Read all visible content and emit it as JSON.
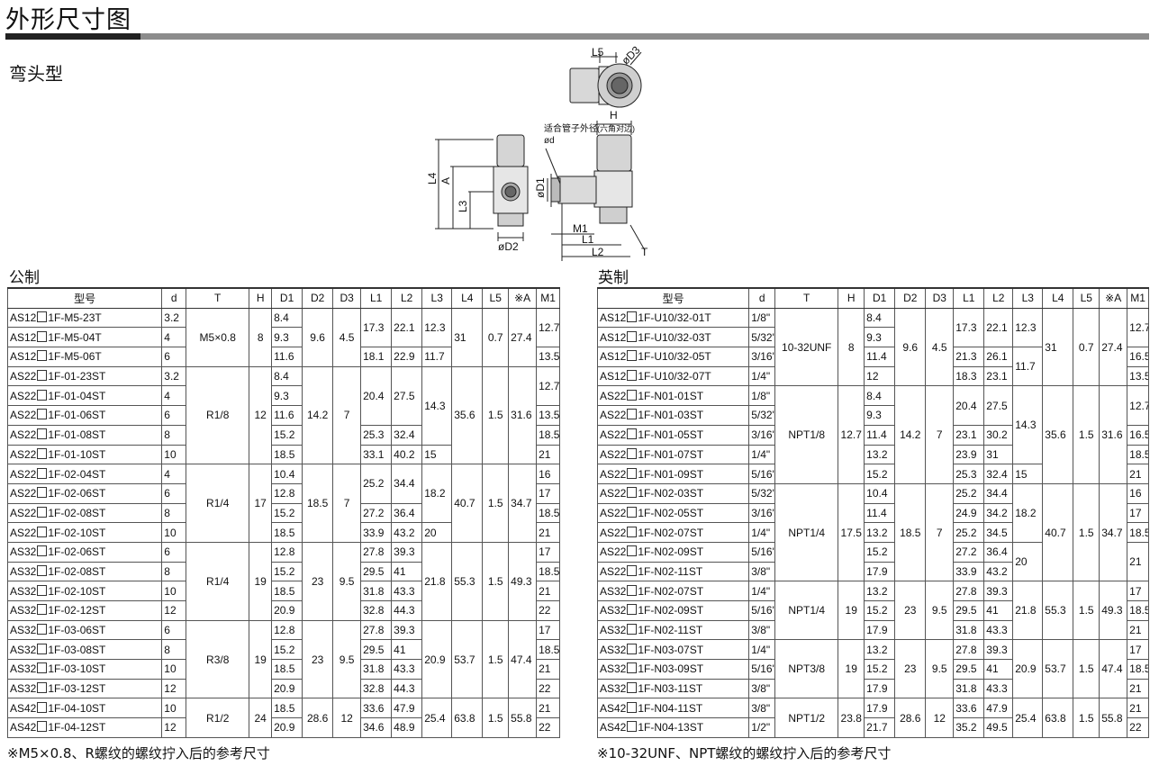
{
  "page": {
    "title": "外形尺寸图",
    "subtitle": "弯头型",
    "metric_label": "公制",
    "inch_label": "英制",
    "metric_note": "※M5×0.8、R螺纹的螺纹拧入后的参考尺寸",
    "inch_note": "※10-32UNF、NPT螺纹的螺纹拧入后的参考尺寸"
  },
  "drawing": {
    "labels": {
      "L5": "L5",
      "oD3": "øD3",
      "H": "H",
      "hex": "(六角对边)",
      "tube": "适合管子外径",
      "od": "ød",
      "L4": "L4",
      "A": "A",
      "L3": "L3",
      "oD1": "øD1",
      "oD2": "øD2",
      "M1": "M1",
      "L1": "L1",
      "L2": "L2",
      "T": "T"
    }
  },
  "headers": [
    "型号",
    "d",
    "T",
    "H",
    "D1",
    "D2",
    "D3",
    "L1",
    "L2",
    "L3",
    "L4",
    "L5",
    "※A",
    "M1"
  ],
  "metric_rows": [
    [
      "AS12|1F-M5-23T",
      "3.2",
      "8.4",
      "17.3",
      "22.1",
      "12.3",
      "12.7"
    ],
    [
      "AS12|1F-M5-04T",
      "4",
      "9.3",
      "",
      "",
      "",
      ""
    ],
    [
      "AS12|1F-M5-06T",
      "6",
      "11.6",
      "18.1",
      "22.9",
      "11.7",
      "13.5"
    ],
    [
      "AS22|1F-01-23ST",
      "3.2",
      "8.4",
      "20.4",
      "27.5",
      "14.3",
      "12.7"
    ],
    [
      "AS22|1F-01-04ST",
      "4",
      "9.3",
      "",
      "",
      "",
      ""
    ],
    [
      "AS22|1F-01-06ST",
      "6",
      "11.6",
      "",
      "",
      "",
      "13.5"
    ],
    [
      "AS22|1F-01-08ST",
      "8",
      "15.2",
      "25.3",
      "32.4",
      "",
      "18.5"
    ],
    [
      "AS22|1F-01-10ST",
      "10",
      "18.5",
      "33.1",
      "40.2",
      "15",
      "21"
    ],
    [
      "AS22|1F-02-04ST",
      "4",
      "10.4",
      "25.2",
      "34.4",
      "18.2",
      "16"
    ],
    [
      "AS22|1F-02-06ST",
      "6",
      "12.8",
      "",
      "",
      "",
      "17"
    ],
    [
      "AS22|1F-02-08ST",
      "8",
      "15.2",
      "27.2",
      "36.4",
      "",
      "18.5"
    ],
    [
      "AS22|1F-02-10ST",
      "10",
      "18.5",
      "33.9",
      "43.2",
      "20",
      "21"
    ],
    [
      "AS32|1F-02-06ST",
      "6",
      "12.8",
      "27.8",
      "39.3",
      "21.8",
      "17"
    ],
    [
      "AS32|1F-02-08ST",
      "8",
      "15.2",
      "29.5",
      "41",
      "",
      "18.5"
    ],
    [
      "AS32|1F-02-10ST",
      "10",
      "18.5",
      "31.8",
      "43.3",
      "",
      "21"
    ],
    [
      "AS32|1F-02-12ST",
      "12",
      "20.9",
      "32.8",
      "44.3",
      "",
      "22"
    ],
    [
      "AS32|1F-03-06ST",
      "6",
      "12.8",
      "27.8",
      "39.3",
      "20.9",
      "17"
    ],
    [
      "AS32|1F-03-08ST",
      "8",
      "15.2",
      "29.5",
      "41",
      "",
      "18.5"
    ],
    [
      "AS32|1F-03-10ST",
      "10",
      "18.5",
      "31.8",
      "43.3",
      "",
      "21"
    ],
    [
      "AS32|1F-03-12ST",
      "12",
      "20.9",
      "32.8",
      "44.3",
      "",
      "22"
    ],
    [
      "AS42|1F-04-10ST",
      "10",
      "18.5",
      "33.6",
      "47.9",
      "25.4",
      "21"
    ],
    [
      "AS42|1F-04-12ST",
      "12",
      "20.9",
      "34.6",
      "48.9",
      "",
      "22"
    ]
  ],
  "metric_groups": [
    {
      "start": 0,
      "span": 3,
      "T": "M5×0.8",
      "H": "8",
      "D2": "9.6",
      "D3": "4.5",
      "L4": "31",
      "L5": "0.7",
      "A": "27.4"
    },
    {
      "start": 3,
      "span": 5,
      "T": "R1/8",
      "H": "12",
      "D2": "14.2",
      "D3": "7",
      "L4": "35.6",
      "L5": "1.5",
      "A": "31.6"
    },
    {
      "start": 8,
      "span": 4,
      "T": "R1/4",
      "H": "17",
      "D2": "18.5",
      "D3": "7",
      "L4": "40.7",
      "L5": "1.5",
      "A": "34.7"
    },
    {
      "start": 12,
      "span": 4,
      "T": "R1/4",
      "H": "19",
      "D2": "23",
      "D3": "9.5",
      "L4": "55.3",
      "L5": "1.5",
      "A": "49.3"
    },
    {
      "start": 16,
      "span": 4,
      "T": "R3/8",
      "H": "19",
      "D2": "23",
      "D3": "9.5",
      "L4": "53.7",
      "L5": "1.5",
      "A": "47.4"
    },
    {
      "start": 20,
      "span": 2,
      "T": "R1/2",
      "H": "24",
      "D2": "28.6",
      "D3": "12",
      "L4": "63.8",
      "L5": "1.5",
      "A": "55.8"
    }
  ],
  "inch_rows": [
    [
      "AS12|1F-U10/32-01T",
      "1/8\"",
      "8.4",
      "17.3",
      "22.1",
      "12.3",
      "12.7"
    ],
    [
      "AS12|1F-U10/32-03T",
      "5/32\"",
      "9.3",
      "",
      "",
      "",
      ""
    ],
    [
      "AS12|1F-U10/32-05T",
      "3/16\"",
      "11.4",
      "21.3",
      "26.1",
      "11.7",
      "16.5"
    ],
    [
      "AS12|1F-U10/32-07T",
      "1/4\"",
      "12",
      "18.3",
      "23.1",
      "",
      "13.5"
    ],
    [
      "AS22|1F-N01-01ST",
      "1/8\"",
      "8.4",
      "20.4",
      "27.5",
      "14.3",
      "12.7"
    ],
    [
      "AS22|1F-N01-03ST",
      "5/32\"",
      "9.3",
      "",
      "",
      "",
      ""
    ],
    [
      "AS22|1F-N01-05ST",
      "3/16\"",
      "11.4",
      "23.1",
      "30.2",
      "",
      "16.5"
    ],
    [
      "AS22|1F-N01-07ST",
      "1/4\"",
      "13.2",
      "23.9",
      "31",
      "",
      "18.5"
    ],
    [
      "AS22|1F-N01-09ST",
      "5/16\"",
      "15.2",
      "25.3",
      "32.4",
      "15",
      "21"
    ],
    [
      "AS22|1F-N02-03ST",
      "5/32\"",
      "10.4",
      "25.2",
      "34.4",
      "18.2",
      "16"
    ],
    [
      "AS22|1F-N02-05ST",
      "3/16\"",
      "11.4",
      "24.9",
      "34.2",
      "",
      "17"
    ],
    [
      "AS22|1F-N02-07ST",
      "1/4\"",
      "13.2",
      "25.2",
      "34.5",
      "",
      "18.5"
    ],
    [
      "AS22|1F-N02-09ST",
      "5/16\"",
      "15.2",
      "27.2",
      "36.4",
      "20",
      "21"
    ],
    [
      "AS22|1F-N02-11ST",
      "3/8\"",
      "17.9",
      "33.9",
      "43.2",
      "",
      ""
    ],
    [
      "AS32|1F-N02-07ST",
      "1/4\"",
      "13.2",
      "27.8",
      "39.3",
      "21.8",
      "17"
    ],
    [
      "AS32|1F-N02-09ST",
      "5/16\"",
      "15.2",
      "29.5",
      "41",
      "",
      "18.5"
    ],
    [
      "AS32|1F-N02-11ST",
      "3/8\"",
      "17.9",
      "31.8",
      "43.3",
      "",
      "21"
    ],
    [
      "AS32|1F-N03-07ST",
      "1/4\"",
      "13.2",
      "27.8",
      "39.3",
      "20.9",
      "17"
    ],
    [
      "AS32|1F-N03-09ST",
      "5/16\"",
      "15.2",
      "29.5",
      "41",
      "",
      "18.5"
    ],
    [
      "AS32|1F-N03-11ST",
      "3/8\"",
      "17.9",
      "31.8",
      "43.3",
      "",
      "21"
    ],
    [
      "AS42|1F-N04-11ST",
      "3/8\"",
      "17.9",
      "33.6",
      "47.9",
      "25.4",
      "21"
    ],
    [
      "AS42|1F-N04-13ST",
      "1/2\"",
      "21.7",
      "35.2",
      "49.5",
      "",
      "22"
    ]
  ],
  "inch_groups": [
    {
      "start": 0,
      "span": 4,
      "T": "10-32UNF",
      "H": "8",
      "D2": "9.6",
      "D3": "4.5",
      "L4": "31",
      "L5": "0.7",
      "A": "27.4"
    },
    {
      "start": 4,
      "span": 5,
      "T": "NPT1/8",
      "H": "12.7",
      "D2": "14.2",
      "D3": "7",
      "L4": "35.6",
      "L5": "1.5",
      "A": "31.6"
    },
    {
      "start": 9,
      "span": 5,
      "T": "NPT1/4",
      "H": "17.5",
      "D2": "18.5",
      "D3": "7",
      "L4": "40.7",
      "L5": "1.5",
      "A": "34.7"
    },
    {
      "start": 14,
      "span": 3,
      "T": "NPT1/4",
      "H": "19",
      "D2": "23",
      "D3": "9.5",
      "L4": "55.3",
      "L5": "1.5",
      "A": "49.3"
    },
    {
      "start": 17,
      "span": 3,
      "T": "NPT3/8",
      "H": "19",
      "D2": "23",
      "D3": "9.5",
      "L4": "53.7",
      "L5": "1.5",
      "A": "47.4"
    },
    {
      "start": 20,
      "span": 2,
      "T": "NPT1/2",
      "H": "23.8",
      "D2": "28.6",
      "D3": "12",
      "L4": "63.8",
      "L5": "1.5",
      "A": "55.8"
    }
  ],
  "l3_spans_metric": [
    [
      0,
      2
    ],
    [
      2,
      1
    ],
    [
      3,
      4
    ],
    [
      7,
      1
    ],
    [
      8,
      3
    ],
    [
      11,
      1
    ],
    [
      12,
      4
    ],
    [
      16,
      4
    ],
    [
      20,
      2
    ]
  ],
  "l3_spans_inch": [
    [
      0,
      2
    ],
    [
      2,
      2
    ],
    [
      4,
      4
    ],
    [
      8,
      1
    ],
    [
      9,
      3
    ],
    [
      12,
      2
    ],
    [
      14,
      3
    ],
    [
      17,
      3
    ],
    [
      20,
      2
    ]
  ],
  "m1_spans_metric": [
    [
      0,
      2
    ],
    [
      2,
      1
    ],
    [
      3,
      2
    ],
    [
      5,
      1
    ],
    [
      6,
      1
    ],
    [
      7,
      1
    ],
    [
      8,
      1
    ],
    [
      9,
      1
    ],
    [
      10,
      1
    ],
    [
      11,
      1
    ],
    [
      12,
      1
    ],
    [
      13,
      1
    ],
    [
      14,
      1
    ],
    [
      15,
      1
    ],
    [
      16,
      1
    ],
    [
      17,
      1
    ],
    [
      18,
      1
    ],
    [
      19,
      1
    ],
    [
      20,
      1
    ],
    [
      21,
      1
    ]
  ],
  "m1_spans_inch": [
    [
      0,
      2
    ],
    [
      2,
      1
    ],
    [
      3,
      1
    ],
    [
      4,
      2
    ],
    [
      6,
      1
    ],
    [
      7,
      1
    ],
    [
      8,
      1
    ],
    [
      9,
      1
    ],
    [
      10,
      1
    ],
    [
      11,
      1
    ],
    [
      12,
      2
    ],
    [
      14,
      1
    ],
    [
      15,
      1
    ],
    [
      16,
      1
    ],
    [
      17,
      1
    ],
    [
      18,
      1
    ],
    [
      19,
      1
    ],
    [
      20,
      1
    ],
    [
      21,
      1
    ]
  ],
  "l12_spans_metric": [
    [
      0,
      2
    ],
    [
      2,
      1
    ],
    [
      3,
      3
    ],
    [
      6,
      1
    ],
    [
      7,
      1
    ],
    [
      8,
      2
    ],
    [
      10,
      1
    ],
    [
      11,
      1
    ],
    [
      12,
      1
    ],
    [
      13,
      1
    ],
    [
      14,
      1
    ],
    [
      15,
      1
    ],
    [
      16,
      1
    ],
    [
      17,
      1
    ],
    [
      18,
      1
    ],
    [
      19,
      1
    ],
    [
      20,
      1
    ],
    [
      21,
      1
    ]
  ],
  "l12_spans_inch": [
    [
      0,
      2
    ],
    [
      2,
      1
    ],
    [
      3,
      1
    ],
    [
      4,
      2
    ],
    [
      6,
      1
    ],
    [
      7,
      1
    ],
    [
      8,
      1
    ],
    [
      9,
      1
    ],
    [
      10,
      1
    ],
    [
      11,
      1
    ],
    [
      12,
      1
    ],
    [
      13,
      1
    ],
    [
      14,
      1
    ],
    [
      15,
      1
    ],
    [
      16,
      1
    ],
    [
      17,
      1
    ],
    [
      18,
      1
    ],
    [
      19,
      1
    ],
    [
      20,
      1
    ],
    [
      21,
      1
    ]
  ]
}
